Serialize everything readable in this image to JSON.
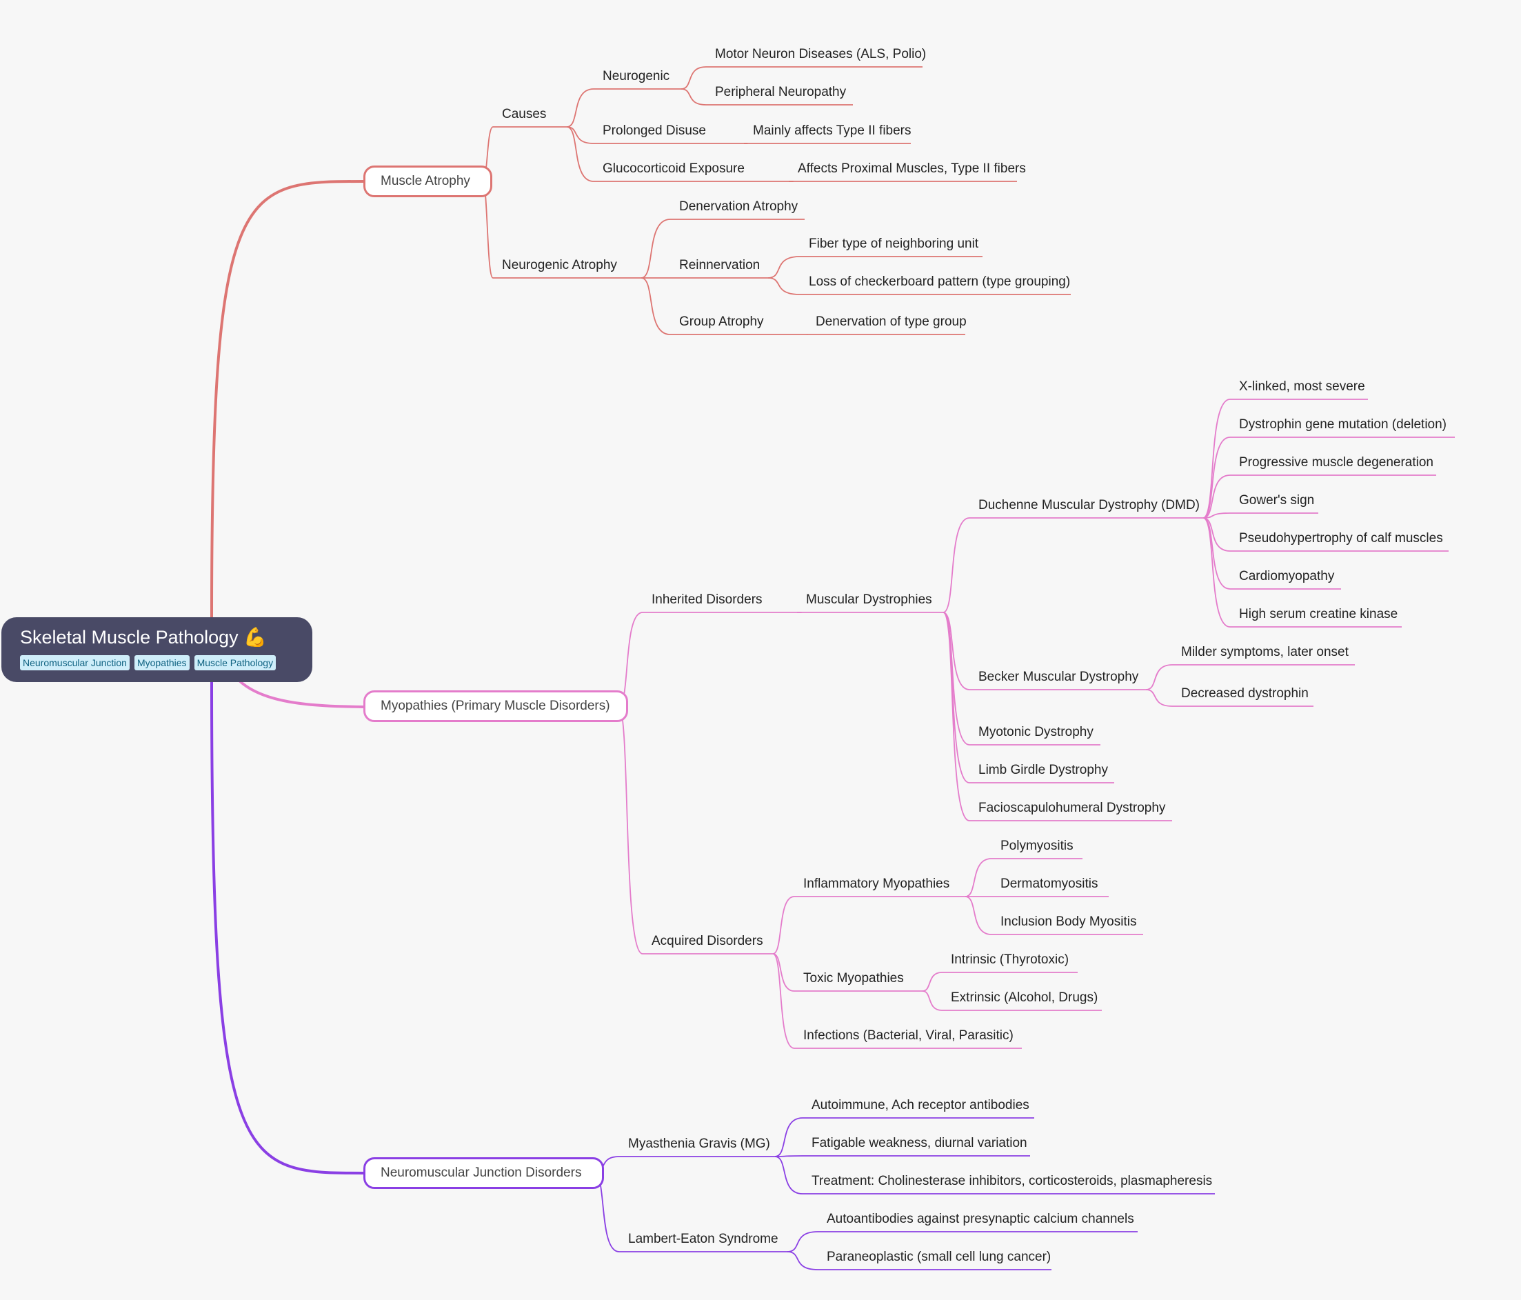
{
  "root": {
    "title": "Skeletal Muscle Pathology 💪",
    "tags": [
      "Neuromuscular Junction",
      "Myopathies",
      "Muscle Pathology"
    ]
  },
  "colors": {
    "background": "#f7f7f7",
    "root_fill": "#494a66",
    "branch_atrophy": "#dd7572",
    "branch_myopathies": "#e47ccb",
    "branch_nmj": "#8a3fe4",
    "tag_fill": "#cfeefa",
    "tag_text": "#0e6180"
  },
  "branches": [
    {
      "id": "atrophy",
      "label": "Muscle Atrophy",
      "children": [
        {
          "id": "causes",
          "label": "Causes",
          "children": [
            {
              "id": "neurogenic",
              "label": "Neurogenic",
              "children": [
                {
                  "id": "motor-neuron",
                  "label": "Motor Neuron Diseases (ALS, Polio)"
                },
                {
                  "id": "peripheral",
                  "label": "Peripheral Neuropathy"
                }
              ]
            },
            {
              "id": "disuse",
              "label": "Prolonged Disuse",
              "children": [
                {
                  "id": "disuse-type2",
                  "label": "Mainly affects Type II fibers"
                }
              ]
            },
            {
              "id": "glucocorticoid",
              "label": "Glucocorticoid Exposure",
              "children": [
                {
                  "id": "gluco-proximal",
                  "label": "Affects Proximal Muscles, Type II fibers"
                }
              ]
            }
          ]
        },
        {
          "id": "neurogenic-atrophy",
          "label": "Neurogenic Atrophy",
          "children": [
            {
              "id": "denervation-atrophy",
              "label": "Denervation Atrophy"
            },
            {
              "id": "reinnervation",
              "label": "Reinnervation",
              "children": [
                {
                  "id": "fiber-type",
                  "label": "Fiber type of neighboring unit"
                },
                {
                  "id": "checkerboard",
                  "label": "Loss of checkerboard pattern (type grouping)"
                }
              ]
            },
            {
              "id": "group-atrophy",
              "label": "Group Atrophy",
              "children": [
                {
                  "id": "denervation-group",
                  "label": "Denervation of type group"
                }
              ]
            }
          ]
        }
      ]
    },
    {
      "id": "myopathies",
      "label": "Myopathies (Primary Muscle Disorders)",
      "children": [
        {
          "id": "inherited",
          "label": "Inherited Disorders",
          "children": [
            {
              "id": "dystrophies",
              "label": "Muscular Dystrophies",
              "children": [
                {
                  "id": "dmd",
                  "label": "Duchenne Muscular Dystrophy (DMD)",
                  "children": [
                    {
                      "id": "dmd-1",
                      "label": "X-linked, most severe"
                    },
                    {
                      "id": "dmd-2",
                      "label": "Dystrophin gene mutation (deletion)"
                    },
                    {
                      "id": "dmd-3",
                      "label": "Progressive muscle degeneration"
                    },
                    {
                      "id": "dmd-4",
                      "label": "Gower's sign"
                    },
                    {
                      "id": "dmd-5",
                      "label": "Pseudohypertrophy of calf muscles"
                    },
                    {
                      "id": "dmd-6",
                      "label": "Cardiomyopathy"
                    },
                    {
                      "id": "dmd-7",
                      "label": "High serum creatine kinase"
                    }
                  ]
                },
                {
                  "id": "becker",
                  "label": "Becker Muscular Dystrophy",
                  "children": [
                    {
                      "id": "becker-1",
                      "label": "Milder symptoms, later onset"
                    },
                    {
                      "id": "becker-2",
                      "label": "Decreased dystrophin"
                    }
                  ]
                },
                {
                  "id": "myotonic",
                  "label": "Myotonic Dystrophy"
                },
                {
                  "id": "limb-girdle",
                  "label": "Limb Girdle Dystrophy"
                },
                {
                  "id": "fsh",
                  "label": "Facioscapulohumeral Dystrophy"
                }
              ]
            }
          ]
        },
        {
          "id": "acquired",
          "label": "Acquired Disorders",
          "children": [
            {
              "id": "inflammatory",
              "label": "Inflammatory Myopathies",
              "children": [
                {
                  "id": "polymyositis",
                  "label": "Polymyositis"
                },
                {
                  "id": "dermatomyositis",
                  "label": "Dermatomyositis"
                },
                {
                  "id": "ibm",
                  "label": "Inclusion Body Myositis"
                }
              ]
            },
            {
              "id": "toxic",
              "label": "Toxic Myopathies",
              "children": [
                {
                  "id": "intrinsic",
                  "label": "Intrinsic (Thyrotoxic)"
                },
                {
                  "id": "extrinsic",
                  "label": "Extrinsic (Alcohol, Drugs)"
                }
              ]
            },
            {
              "id": "infections",
              "label": "Infections (Bacterial, Viral, Parasitic)"
            }
          ]
        }
      ]
    },
    {
      "id": "nmj",
      "label": "Neuromuscular Junction Disorders",
      "children": [
        {
          "id": "mg",
          "label": "Myasthenia Gravis (MG)",
          "children": [
            {
              "id": "mg-1",
              "label": "Autoimmune, Ach receptor antibodies"
            },
            {
              "id": "mg-2",
              "label": "Fatigable weakness, diurnal variation"
            },
            {
              "id": "mg-3",
              "label": "Treatment: Cholinesterase inhibitors, corticosteroids, plasmapheresis"
            }
          ]
        },
        {
          "id": "lambert",
          "label": "Lambert-Eaton Syndrome",
          "children": [
            {
              "id": "le-1",
              "label": "Autoantibodies against presynaptic calcium channels"
            },
            {
              "id": "le-2",
              "label": "Paraneoplastic (small cell lung cancer)"
            }
          ]
        }
      ]
    }
  ]
}
